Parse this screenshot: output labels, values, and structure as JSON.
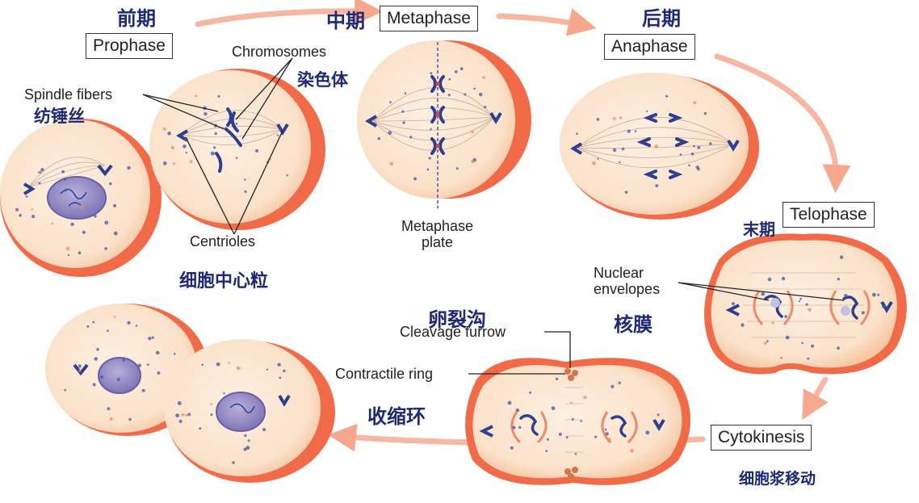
{
  "phases": {
    "prophase": {
      "en": "Prophase",
      "cn": "前期"
    },
    "metaphase": {
      "en": "Metaphase",
      "cn": "中期"
    },
    "anaphase": {
      "en": "Anaphase",
      "cn": "后期"
    },
    "telophase": {
      "en": "Telophase",
      "cn": "末期"
    },
    "cytokinesis": {
      "en": "Cytokinesis",
      "cn": "细胞浆移动"
    }
  },
  "labels": {
    "chromosomes_en": "Chromosomes",
    "chromosomes_cn": "染色体",
    "spindle_en": "Spindle fibers",
    "spindle_cn": "纺锤丝",
    "centrioles_en": "Centrioles",
    "centrioles_cn": "细胞中心粒",
    "metaphase_plate_line1": "Metaphase",
    "metaphase_plate_line2": "plate",
    "nuclear_en_line1": "Nuclear",
    "nuclear_en_line2": "envelopes",
    "nuclear_cn": "核膜",
    "cleavage_en": "Cleavage furrow",
    "cleavage_cn": "卵裂沟",
    "contractile_en": "Contractile ring",
    "contractile_cn": "收缩环"
  },
  "colors": {
    "cell_fill": "#fbe3cc",
    "cell_edge": "#f06a4a",
    "nucleus": "#8e83c0",
    "chromosome": "#2f3f8f",
    "arrow": "#f5b09a",
    "dot_blue": "#3d5aa8",
    "dot_orange": "#f28a5a"
  }
}
